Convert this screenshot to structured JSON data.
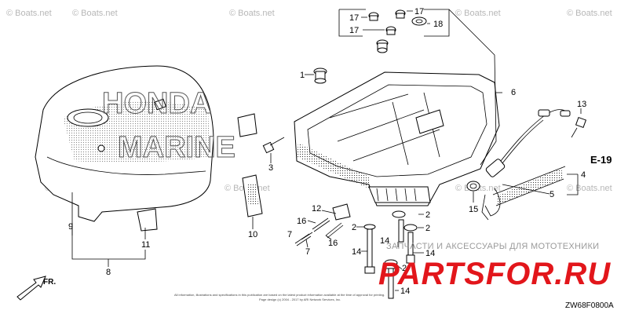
{
  "diagram_id": "ZW68F0800A",
  "cross_reference": "E-19",
  "direction_label": "FR.",
  "watermark": "© Boats.net",
  "promo": {
    "top_text": "ЗАПЧАСТИ И АКСЕССУАРЫ ДЛЯ МОТОТЕХНИКИ",
    "brand": "PARTSFOR.RU"
  },
  "copyright_lines": [
    "All information, illustrations and specifications in this publication are based on the latest product information available at the time of approval for printing.",
    "Page design (c) 2004 - 2017 by ARI Network Services, Inc."
  ],
  "callouts": {
    "c1": "1",
    "c2a": "2",
    "c2b": "2",
    "c2c": "2",
    "c3": "3",
    "c4": "4",
    "c5": "5",
    "c6": "6",
    "c7a": "7",
    "c7b": "7",
    "c8": "8",
    "c9": "9",
    "c10": "10",
    "c11": "11",
    "c12": "12",
    "c13": "13",
    "c14a": "14",
    "c14b": "14",
    "c14c": "14",
    "c14d": "14",
    "c15": "15",
    "c16a": "16",
    "c16b": "16",
    "c17a": "17",
    "c17b": "17",
    "c17c": "17",
    "c18": "18"
  },
  "cover_graphic_text": "HONDA MARINE"
}
